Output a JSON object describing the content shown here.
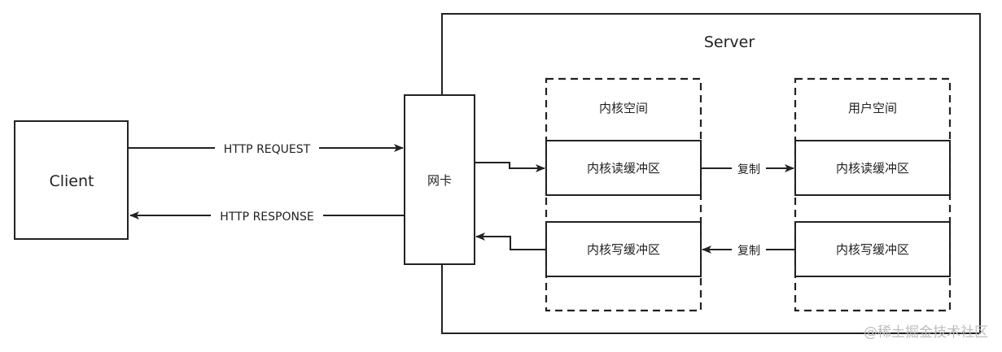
{
  "client": {
    "label": "Client"
  },
  "nic": {
    "label": "网卡"
  },
  "server": {
    "title": "Server"
  },
  "kernel_space": {
    "title": "内核空间",
    "read_buffer": "内核读缓冲区",
    "write_buffer": "内核写缓冲区"
  },
  "user_space": {
    "title": "用户空间",
    "read_buffer": "内核读缓冲区",
    "write_buffer": "内核写缓冲区"
  },
  "arrows": {
    "request": "HTTP REQUEST",
    "response": "HTTP RESPONSE",
    "copy_read": "复制",
    "copy_write": "复制"
  },
  "watermark": "@稀土掘金技术社区"
}
